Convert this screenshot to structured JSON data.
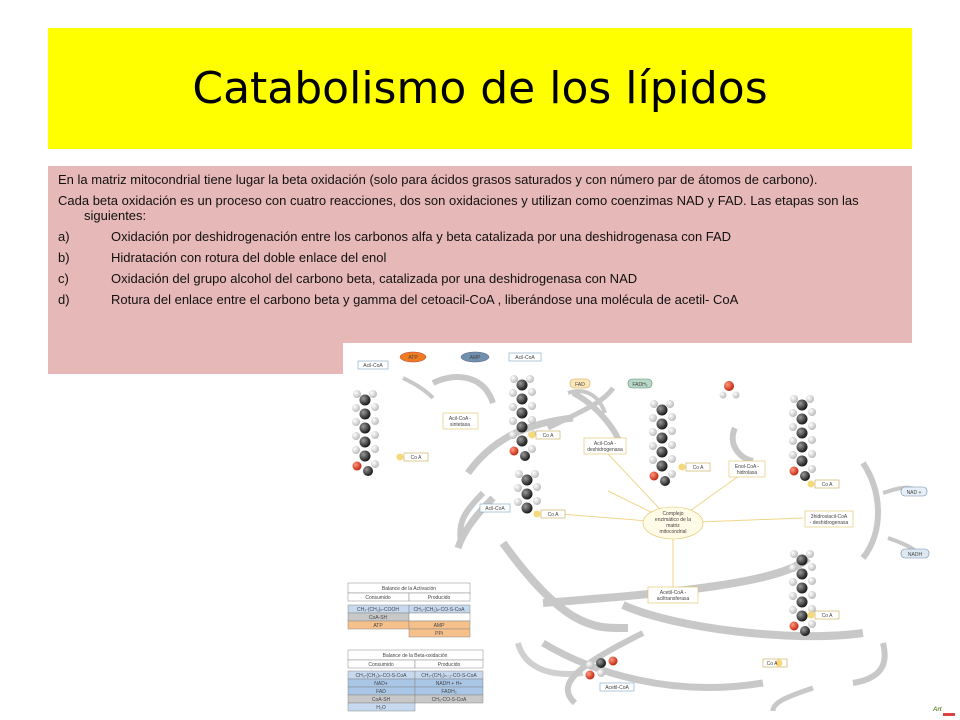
{
  "title": "Catabolismo de los lípidos",
  "paragraphs": [
    "En la matriz mitocondrial tiene lugar la beta oxidación (solo para ácidos grasos saturados y con número par de átomos de carbono).",
    "Cada beta oxidación es un proceso con cuatro reacciones,  dos son oxidaciones y utilizan como coenzimas NAD y FAD. Las etapas son las siguientes:"
  ],
  "steps": [
    {
      "label": "a)",
      "text": "Oxidación por deshidrogenación  entre los carbonos alfa y beta catalizada por una deshidrogenasa con FAD"
    },
    {
      "label": "b)",
      "text": "Hidratación con rotura del doble enlace del enol"
    },
    {
      "label": "c)",
      "text": "Oxidación del grupo alcohol del carbono beta, catalizada por una deshidrogenasa  con NAD"
    },
    {
      "label": "d)",
      "text": "Rotura del enlace entre el carbono beta y gamma del cetoacil-CoA  , liberándose una molécula de acetil- CoA"
    }
  ],
  "diagram": {
    "atp": "ATP",
    "amp": "AMP",
    "acil_coa_1": "Acil-CoA",
    "acil_coa_2": "Acil-CoA",
    "acil_coa_3": "Acil-CoA",
    "acil_coa_4": "Acil-CoA",
    "coa": "Co A",
    "sintetasa": [
      "Acil-CoA -",
      "sintetasa"
    ],
    "fad": "FAD",
    "fadh2": "FADH₂",
    "deshidrogenasa": [
      "Acil-CoA -",
      "deshidrogenasa"
    ],
    "hidrolasa": [
      "Enol-CoA -",
      "hidrolasa"
    ],
    "hidroxiacil": [
      "3hidroxiacil-CoA",
      "- deshidrogenasa"
    ],
    "complejo": [
      "Complejo",
      "enzimático de la",
      "matriz",
      "mitocondrial"
    ],
    "aciltransferasa": [
      "Acetil-CoA -",
      "aciltransferasa"
    ],
    "nad": "NAD +",
    "nadh": "NADH",
    "acetil_coa": "Acetil-CoA",
    "balance_activacion": {
      "title": "Balance de la Activación",
      "headers": [
        "Consumido",
        "Producido"
      ],
      "rows": [
        [
          "CH₃-(CH₂)ₙ-COOH",
          "CH₃-(CH₂)ₙ-CO-S-CoA"
        ],
        [
          "CoA-SH",
          ""
        ],
        [
          "ATP",
          "AMP"
        ],
        [
          "",
          "PPi"
        ]
      ]
    },
    "balance_beta": {
      "title": "Balance de la Beta-oxidación",
      "headers": [
        "Consumido",
        "Producido"
      ],
      "rows": [
        [
          "CH₃-(CH₂)ₙ-CO-S-CoA",
          "CH₃-(CH₂)ₙ₋₂-CO-S-CoA"
        ],
        [
          "NAD+",
          "NADH + H+"
        ],
        [
          "FAD",
          "FADH₂"
        ],
        [
          "CoA-SH",
          "CH₃-CO-S-CoA"
        ],
        [
          "H₂O",
          ""
        ]
      ]
    },
    "logo": "Art"
  }
}
